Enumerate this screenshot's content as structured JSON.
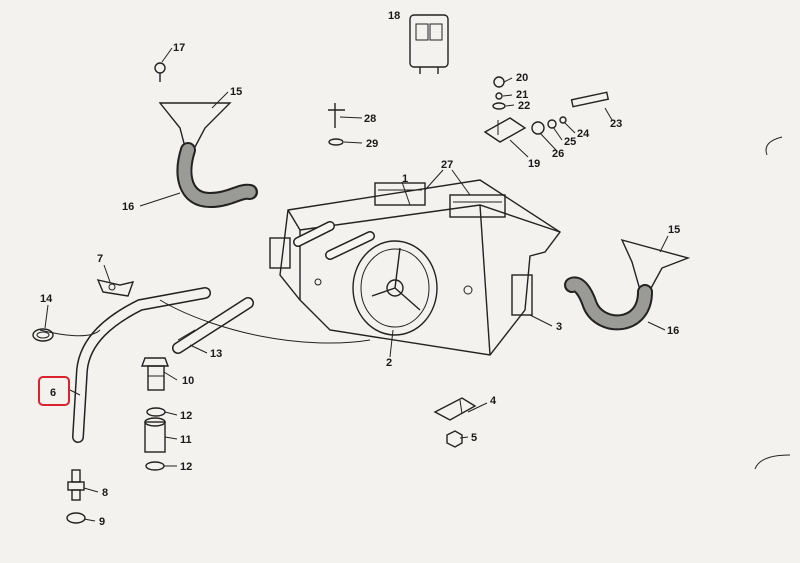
{
  "callouts": [
    {
      "id": "1",
      "text": "1"
    },
    {
      "id": "2",
      "text": "2"
    },
    {
      "id": "3",
      "text": "3"
    },
    {
      "id": "4",
      "text": "4"
    },
    {
      "id": "5",
      "text": "5"
    },
    {
      "id": "6",
      "text": "6"
    },
    {
      "id": "7",
      "text": "7"
    },
    {
      "id": "8",
      "text": "8"
    },
    {
      "id": "9",
      "text": "9"
    },
    {
      "id": "10",
      "text": "10"
    },
    {
      "id": "11",
      "text": "11"
    },
    {
      "id": "12a",
      "text": "12"
    },
    {
      "id": "12b",
      "text": "12"
    },
    {
      "id": "13",
      "text": "13"
    },
    {
      "id": "14",
      "text": "14"
    },
    {
      "id": "15a",
      "text": "15"
    },
    {
      "id": "15b",
      "text": "15"
    },
    {
      "id": "16a",
      "text": "16"
    },
    {
      "id": "16b",
      "text": "16"
    },
    {
      "id": "17",
      "text": "17"
    },
    {
      "id": "18",
      "text": "18"
    },
    {
      "id": "19",
      "text": "19"
    },
    {
      "id": "20",
      "text": "20"
    },
    {
      "id": "21",
      "text": "21"
    },
    {
      "id": "22",
      "text": "22"
    },
    {
      "id": "23",
      "text": "23"
    },
    {
      "id": "24",
      "text": "24"
    },
    {
      "id": "25",
      "text": "25"
    },
    {
      "id": "26",
      "text": "26"
    },
    {
      "id": "27",
      "text": "27"
    },
    {
      "id": "28",
      "text": "28"
    },
    {
      "id": "29",
      "text": "29"
    }
  ],
  "highlight": {
    "callout": "6",
    "color": "#d9232d"
  }
}
